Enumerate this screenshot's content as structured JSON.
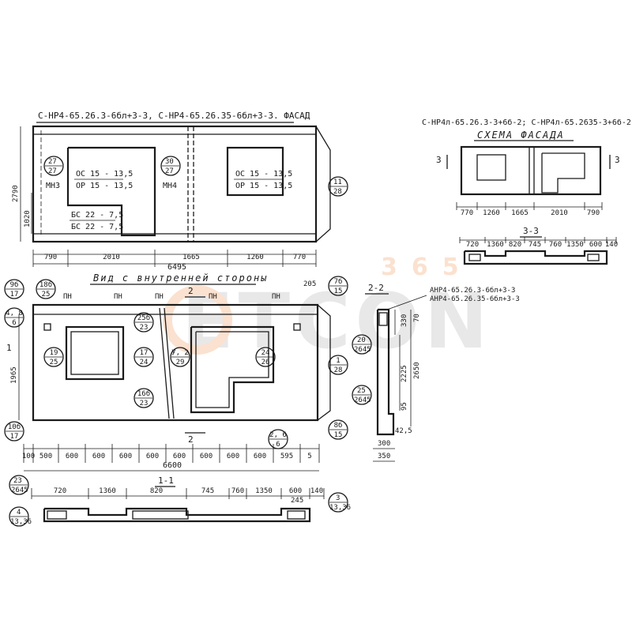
{
  "watermark": {
    "brand": "ETCON",
    "number": "365",
    "color": "#f07c2a"
  },
  "facade": {
    "title": "С-НР4-65.26.3-6бл+3-3, С-НР4-65.26.35-6бл+3-3. ФАСАД",
    "height_dim": "2790",
    "sub_dim": "1020",
    "window_left_top": "ОС 15 - 13,5",
    "window_left_bottom": "ОР 15 - 13,5",
    "door_top": "БС 22 - 7,5",
    "door_bottom": "БС 22 - 7,5",
    "window_right_top": "ОС 15 - 13,5",
    "window_right_bottom": "ОР 15 - 13,5",
    "tag_mn3": "МН3",
    "tag_mn4": "МН4",
    "bubbles": [
      {
        "top": "27",
        "bottom": "27"
      },
      {
        "top": "30",
        "bottom": "27"
      },
      {
        "top": "11",
        "bottom": "28"
      }
    ],
    "bottom_dims": [
      "790",
      "2010",
      "1665",
      "1260",
      "770"
    ],
    "total_dim": "6495"
  },
  "inner_view": {
    "title": "Вид с внутренней стороны",
    "height_dim": "1965",
    "right_top_dim": "205",
    "pn_label": "ПН",
    "section_mark": "2",
    "section_left_mark": "1",
    "bubbles": [
      {
        "top": "9б",
        "bottom": "17"
      },
      {
        "top": "18б",
        "bottom": "25"
      },
      {
        "top": "4, 8",
        "bottom": "6"
      },
      {
        "top": "19",
        "bottom": "25"
      },
      {
        "top": "25б",
        "bottom": "23"
      },
      {
        "top": "17",
        "bottom": "24"
      },
      {
        "top": "У, 2",
        "bottom": "29"
      },
      {
        "top": "24",
        "bottom": "26"
      },
      {
        "top": "16б",
        "bottom": "23"
      },
      {
        "top": "10б",
        "bottom": "17"
      },
      {
        "top": "2, 6",
        "bottom": "6"
      },
      {
        "top": "7б",
        "bottom": "15"
      },
      {
        "top": "1",
        "bottom": "28"
      },
      {
        "top": "8б",
        "bottom": "15"
      }
    ],
    "bottom_dims": [
      "100",
      "500",
      "600",
      "600",
      "600",
      "600",
      "600",
      "600",
      "600",
      "600",
      "595",
      "5"
    ],
    "total_dim": "6600"
  },
  "section_1_1": {
    "title": "1-1",
    "dims": [
      "720",
      "1360",
      "820",
      "745",
      "760",
      "1350",
      "600",
      "140"
    ],
    "sub_dim": "245",
    "bubbles": [
      {
        "top": "23",
        "bottom": "2645"
      },
      {
        "top": "4",
        "bottom": "13,36"
      },
      {
        "top": "3",
        "bottom": "13,36"
      }
    ]
  },
  "section_2_2": {
    "title": "2-2",
    "labels": [
      "АНР4-65.26.3-6бл+3-3",
      "АНР4-65.26.35-6бл+3-3"
    ],
    "dims_v": [
      "330",
      "70",
      "2225",
      "2650",
      "95"
    ],
    "dims_h": [
      "42,5",
      "300",
      "350"
    ],
    "bubbles": [
      {
        "top": "20",
        "bottom": "2645"
      },
      {
        "top": "25",
        "bottom": "2645"
      }
    ]
  },
  "scheme": {
    "title_top": "С-НР4л-65.26.3-3+6б-2; С-НР4л-65.2635-3+6б-2",
    "title": "СХЕМА ФАСАДА",
    "section_mark": "3",
    "dims": [
      "770",
      "1260",
      "1665",
      "2010",
      "790"
    ]
  },
  "section_3_3": {
    "title": "3-3",
    "dims": [
      "720",
      "1360",
      "820",
      "745",
      "760",
      "1350",
      "600",
      "140"
    ]
  }
}
